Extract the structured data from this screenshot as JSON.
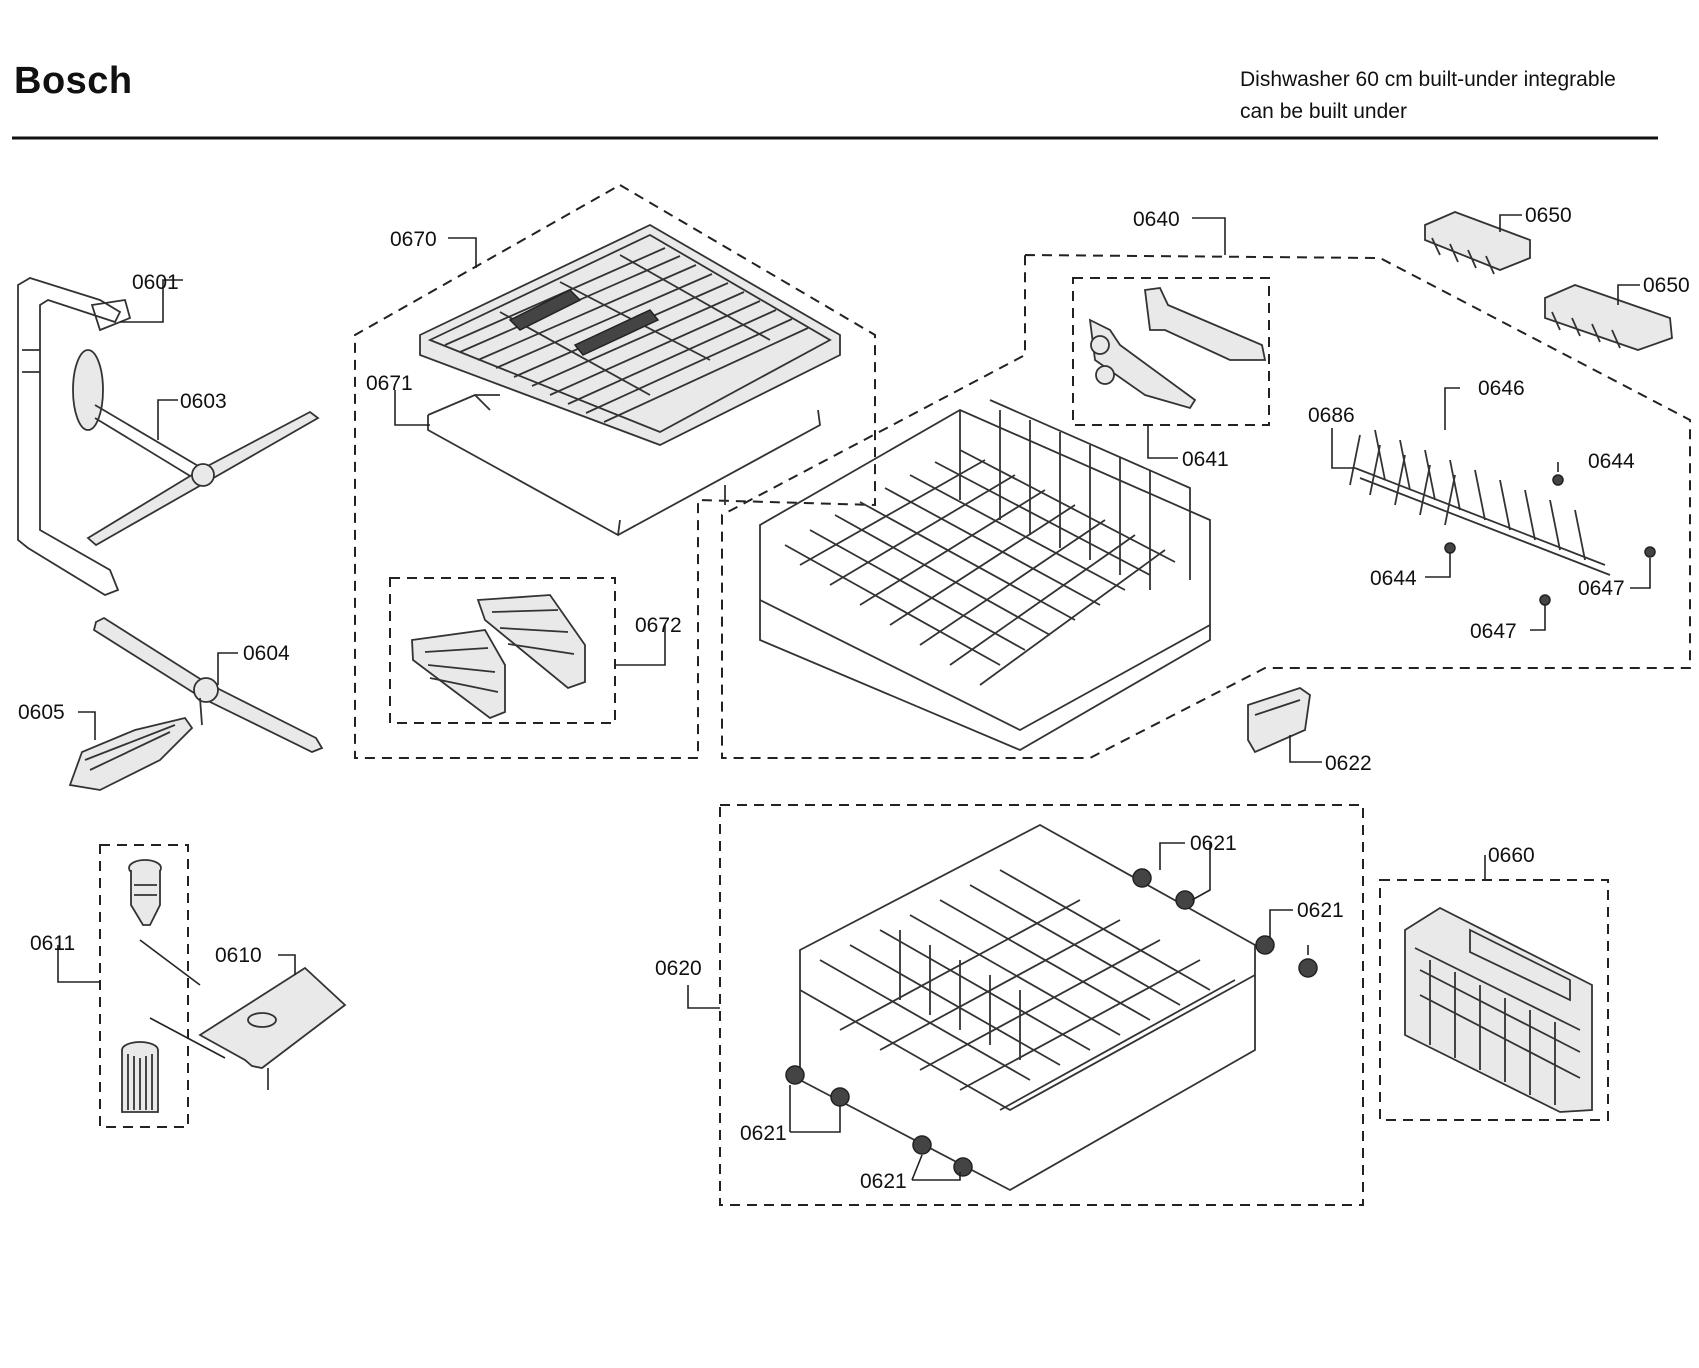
{
  "header": {
    "brand": "Bosch",
    "subtitle_line1": "Dishwasher 60 cm built-under integrable",
    "subtitle_line2": "can be built under"
  },
  "labels": {
    "p0601": "0601",
    "p0603": "0603",
    "p0604": "0604",
    "p0605": "0605",
    "p0610": "0610",
    "p0611": "0611",
    "p0620": "0620",
    "p0621": "0621",
    "p0622": "0622",
    "p0640": "0640",
    "p0641": "0641",
    "p0644": "0644",
    "p0646": "0646",
    "p0647": "0647",
    "p0650": "0650",
    "p0660": "0660",
    "p0670": "0670",
    "p0671": "0671",
    "p0672": "0672",
    "p0686": "0686"
  },
  "colors": {
    "line": "#222222",
    "background": "#ffffff"
  }
}
